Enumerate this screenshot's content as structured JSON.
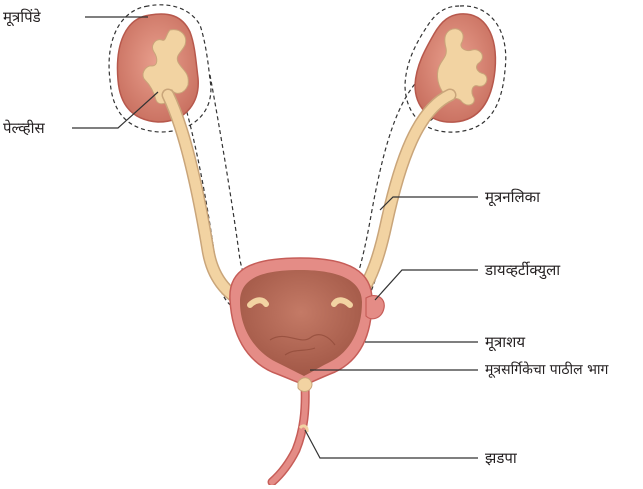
{
  "labels": {
    "kidney": "मूत्रपिंडे",
    "pelvis": "पेल्व्हीस",
    "ureter": "मूत्रनलिका",
    "diverticulum": "डायव्हर्टीक्युला",
    "bladder": "मूत्राशय",
    "urethra_posterior": "मूत्रसर्गिकेचा पाठील भाग",
    "penis": "झडपा"
  },
  "colors": {
    "kidney_fill": "#d98a78",
    "kidney_outline": "#b7584c",
    "pelvis_fill": "#f2d3a2",
    "bladder_fill": "#b86a57",
    "bladder_wall": "#e48c86",
    "leader_line": "#333333"
  }
}
